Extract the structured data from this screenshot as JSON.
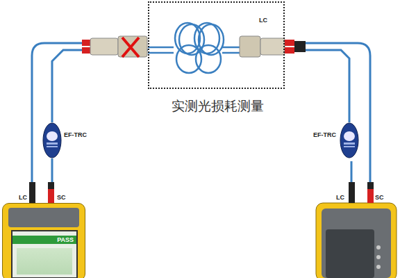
{
  "diagram": {
    "nodes": [
      {
        "text": [
          "LC",
          "实测光损耗测量"
        ]
      },
      {
        "text": [
          "EF-TRC"
        ]
      },
      {
        "text": [
          "EF-TRC"
        ]
      },
      {
        "text": [
          "PASS"
        ]
      }
    ],
    "edges": [
      {
        "from": 1,
        "to": 0,
        "arrow": "none"
      },
      {
        "from": 0,
        "to": 2,
        "arrow": "none"
      },
      {
        "from": 3,
        "to": 1,
        "arrow": "none"
      }
    ],
    "labels": [
      "LC",
      "SC",
      "LC",
      "SC"
    ]
  }
}
